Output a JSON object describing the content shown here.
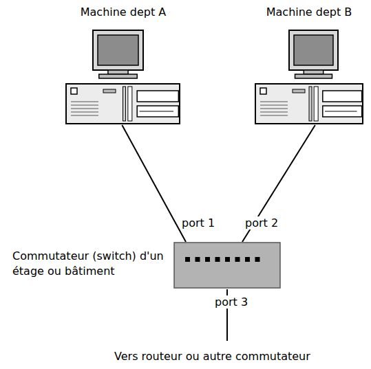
{
  "diagram": {
    "nodes": [
      {
        "text": [
          "Machine dept A"
        ]
      },
      {
        "text": [
          "Machine dept B"
        ]
      },
      {
        "text": [
          "Commutateur (switch) d'un étage ou bâtiment"
        ]
      }
    ],
    "edges": [
      {
        "from": 0,
        "to": 2,
        "arrow": "none"
      },
      {
        "from": 1,
        "to": 2,
        "arrow": "none"
      }
    ],
    "labels": [
      "port 1",
      "port 2",
      "port 3",
      "Vers routeur ou autre commutateur"
    ]
  }
}
